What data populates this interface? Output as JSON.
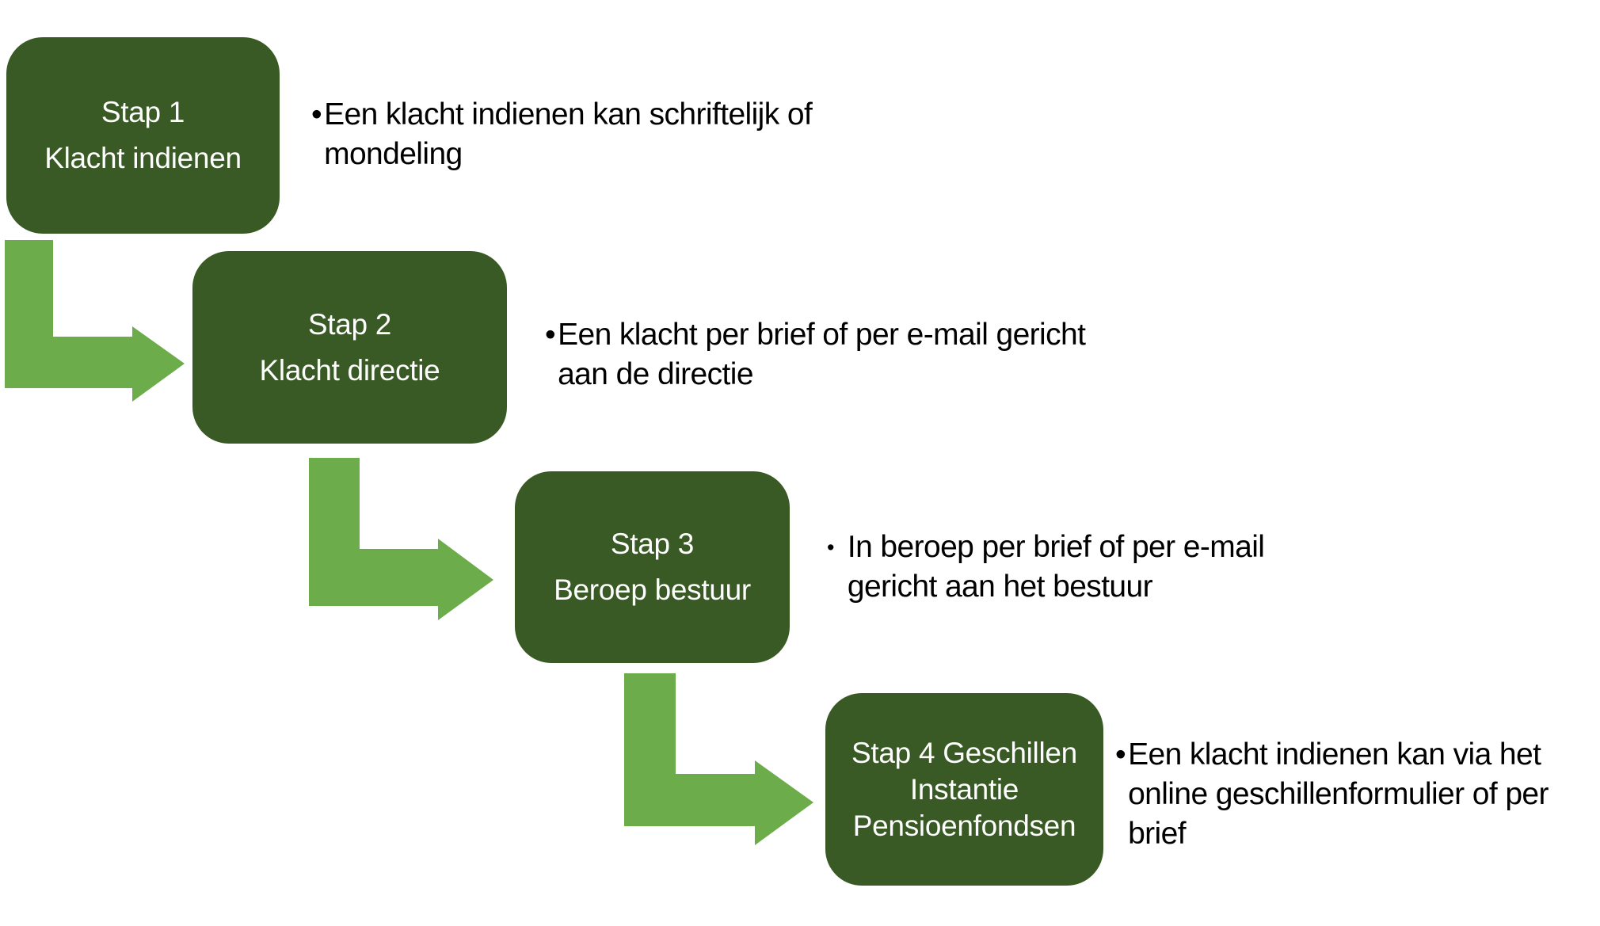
{
  "palette": {
    "background": "#ffffff",
    "box_fill": "#3a5a25",
    "box_text_color": "#fdfdfd",
    "arrow_fill": "#6cac4a",
    "note_text_color": "#000000"
  },
  "diagram": {
    "steps": [
      {
        "box_label": "Stap 1\nKlacht indienen",
        "bullet": "•",
        "note": "Een klacht indienen kan schriftelijk of\nmondeling"
      },
      {
        "box_label": "Stap 2\nKlacht directie",
        "bullet": "•",
        "note": "Een klacht per brief of per e-mail gericht\naan de directie"
      },
      {
        "box_label": "Stap 3\nBeroep bestuur",
        "bullet": "•",
        "note": "In beroep per brief of per e-mail\ngericht aan het bestuur"
      },
      {
        "box_label": "Stap 4 Geschillen\nInstantie\nPensioenfondsen",
        "bullet": "•",
        "note": "Een klacht indienen kan via het\nonline geschillenformulier of per\nbrief"
      }
    ]
  }
}
